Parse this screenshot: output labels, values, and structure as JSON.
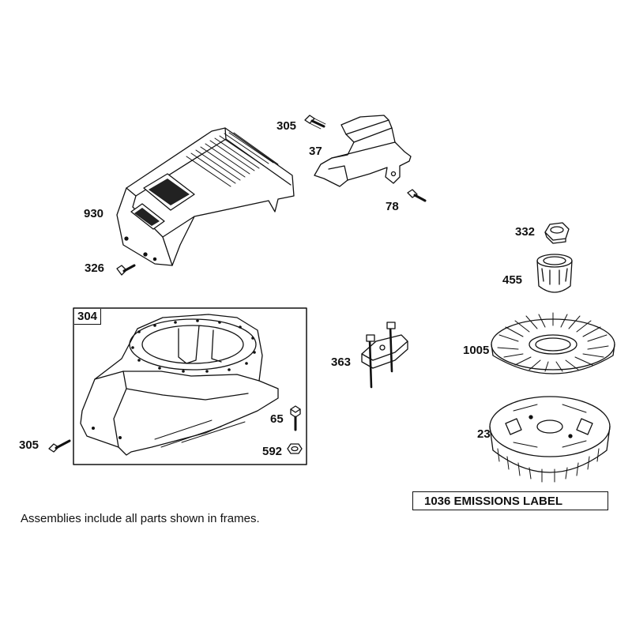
{
  "parts": {
    "p305_top": "305",
    "p37": "37",
    "p78": "78",
    "p930": "930",
    "p326": "326",
    "p332": "332",
    "p455": "455",
    "p1005": "1005",
    "p363": "363",
    "p65": "65",
    "p592": "592",
    "p305_bottom": "305",
    "p23": "23"
  },
  "frame": {
    "label": "304"
  },
  "emissions_label": "1036 EMISSIONS LABEL",
  "footnote": "Assemblies include all parts shown in frames.",
  "colors": {
    "line": "#111111",
    "background": "#ffffff"
  }
}
